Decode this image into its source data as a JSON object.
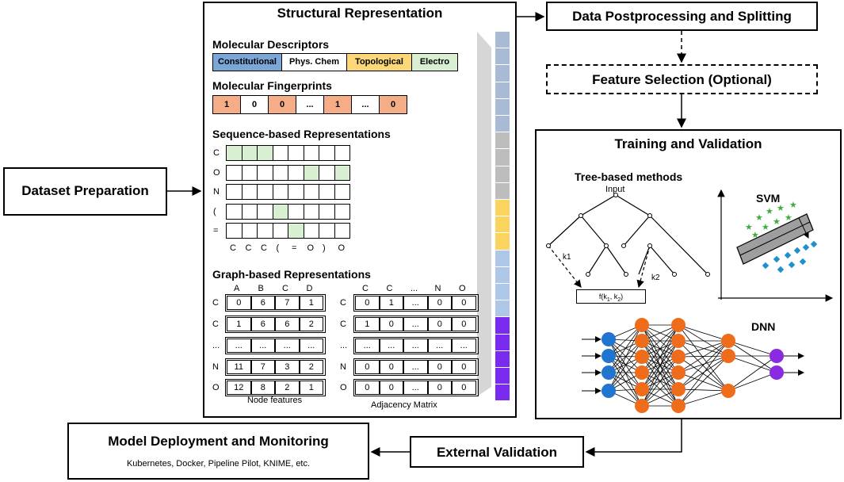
{
  "boxes": {
    "dataset": "Dataset Preparation",
    "structural": "Structural Representation",
    "postprocess": "Data Postprocessing and Splitting",
    "feature": "Feature Selection (Optional)",
    "training": "Training and Validation",
    "external": "External Validation",
    "deployment": "Model Deployment and Monitoring",
    "deployment_sub": "Kubernetes, Docker, Pipeline Pilot, KNIME, etc."
  },
  "descriptors": {
    "title": "Molecular Descriptors",
    "items": [
      {
        "label": "Constitutional",
        "color": "#7aa6d8"
      },
      {
        "label": "Phys. Chem",
        "color": "#ffffff"
      },
      {
        "label": "Topological",
        "color": "#fbd777"
      },
      {
        "label": "Electro",
        "color": "#d9efd2"
      }
    ]
  },
  "fingerprints": {
    "title": "Molecular Fingerprints",
    "items": [
      "1",
      "0",
      "0",
      "...",
      "1",
      "...",
      "0"
    ],
    "highlight": [
      true,
      false,
      true,
      false,
      true,
      false,
      true
    ],
    "color": "#f4ad87"
  },
  "sequence": {
    "title": "Sequence-based Representations",
    "rows": [
      "C",
      "O",
      "N",
      "(",
      "="
    ],
    "cols": [
      "C",
      "C",
      "C",
      "(",
      "=",
      "O",
      ")",
      "O"
    ],
    "filled": [
      [
        0,
        1,
        2
      ],
      [
        5,
        7
      ],
      [],
      [
        3
      ],
      [
        4
      ]
    ],
    "fill_color": "#d9efd2"
  },
  "graph": {
    "title": "Graph-based Representations",
    "node_cols": [
      "A",
      "B",
      "C",
      "D"
    ],
    "row_labels": [
      "C",
      "C",
      "...",
      "N",
      "O"
    ],
    "node_values": [
      [
        "0",
        "6",
        "7",
        "1"
      ],
      [
        "1",
        "6",
        "6",
        "2"
      ],
      [
        "...",
        "...",
        "...",
        "..."
      ],
      [
        "11",
        "7",
        "3",
        "2"
      ],
      [
        "12",
        "8",
        "2",
        "1"
      ]
    ],
    "node_caption": "Node features",
    "adj_cols": [
      "C",
      "C",
      "...",
      "N",
      "O"
    ],
    "adj_values": [
      [
        "0",
        "1",
        "...",
        "0",
        "0"
      ],
      [
        "1",
        "0",
        "...",
        "0",
        "0"
      ],
      [
        "...",
        "...",
        "...",
        "...",
        "..."
      ],
      [
        "0",
        "0",
        "...",
        "0",
        "0"
      ],
      [
        "0",
        "0",
        "...",
        "0",
        "0"
      ]
    ],
    "adj_caption": "Adjacency Matrix"
  },
  "vector_colors": [
    "#a9bad4",
    "#a9bad4",
    "#a9bad4",
    "#a9bad4",
    "#a9bad4",
    "#a9bad4",
    "#bdbdbd",
    "#bdbdbd",
    "#bdbdbd",
    "#bdbdbd",
    "#fbd35f",
    "#fbd35f",
    "#fbd35f",
    "#aec7e8",
    "#aec7e8",
    "#aec7e8",
    "#aec7e8",
    "#8a2be2",
    "#8a2be2",
    "#8a2be2",
    "#8a2be2",
    "#8a2be2"
  ],
  "vector_purple": "#7b2bf0",
  "tree": {
    "title": "Tree-based methods",
    "input": "Input",
    "k1": "k1",
    "k2": "k2",
    "func_main": "f(k",
    "func_sub1": "1",
    "func_mid": ", k",
    "func_sub2": "2",
    "func_end": ")"
  },
  "svm": {
    "title": "SVM",
    "star_color": "#3dae3d",
    "diamond_color": "#1f8fd0"
  },
  "dnn": {
    "title": "DNN",
    "input_color": "#1f75d0",
    "hidden_color": "#ee6c1a",
    "output_color": "#8a2be2"
  }
}
